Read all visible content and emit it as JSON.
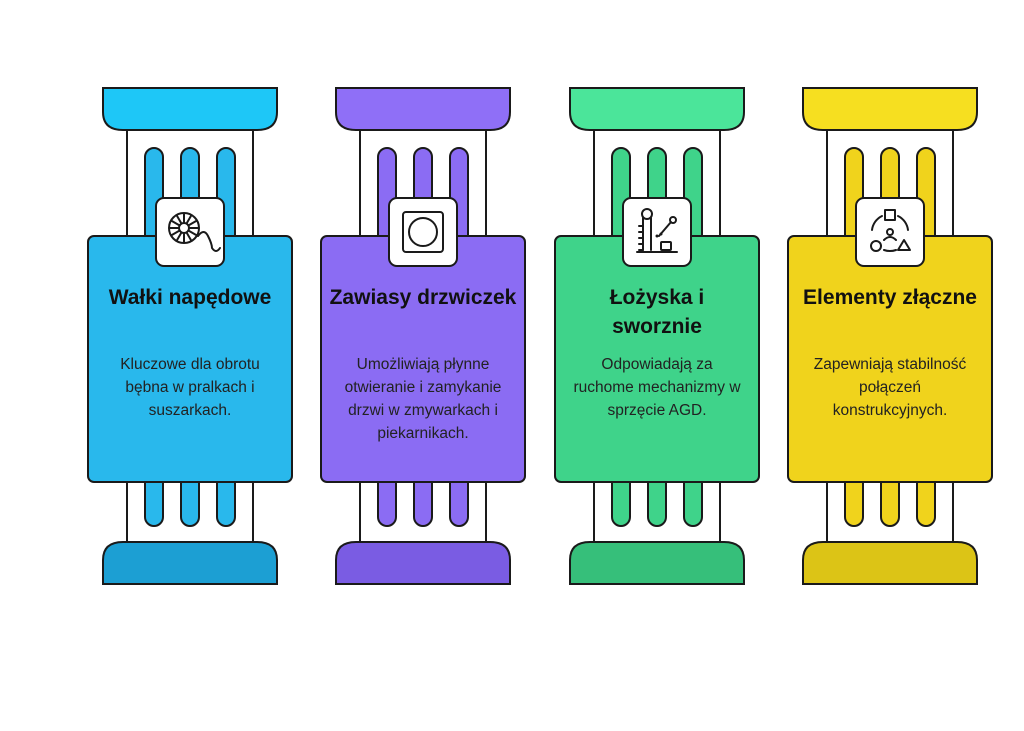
{
  "pillars": [
    {
      "title": "Wałki napędowe",
      "description": "Kluczowe dla obrotu bębna w pralkach i suszarkach.",
      "icon": "drum-icon",
      "color": "#29b8ec",
      "capital_color": "#1ec7f7",
      "base_color": "#1c9fd3"
    },
    {
      "title": "Zawiasy drzwiczek",
      "description": "Umożliwiają płynne otwieranie i zamykanie drzwi w zmywarkach i piekarnikach.",
      "icon": "oven-door-icon",
      "color": "#8b6cf3",
      "capital_color": "#8f6ff7",
      "base_color": "#7a5ce3"
    },
    {
      "title": "Łożyska i sworznie",
      "description": "Odpowiadają za ruchome mechanizmy w sprzęcie AGD.",
      "icon": "mechanism-icon",
      "color": "#3fd38a",
      "capital_color": "#4be59a",
      "base_color": "#36bf7a"
    },
    {
      "title": "Elementy złączne",
      "description": "Zapewniają stabilność połączeń konstrukcyjnych.",
      "icon": "connection-shapes-icon",
      "color": "#f0d31c",
      "capital_color": "#f6df20",
      "base_color": "#dcc416"
    }
  ]
}
